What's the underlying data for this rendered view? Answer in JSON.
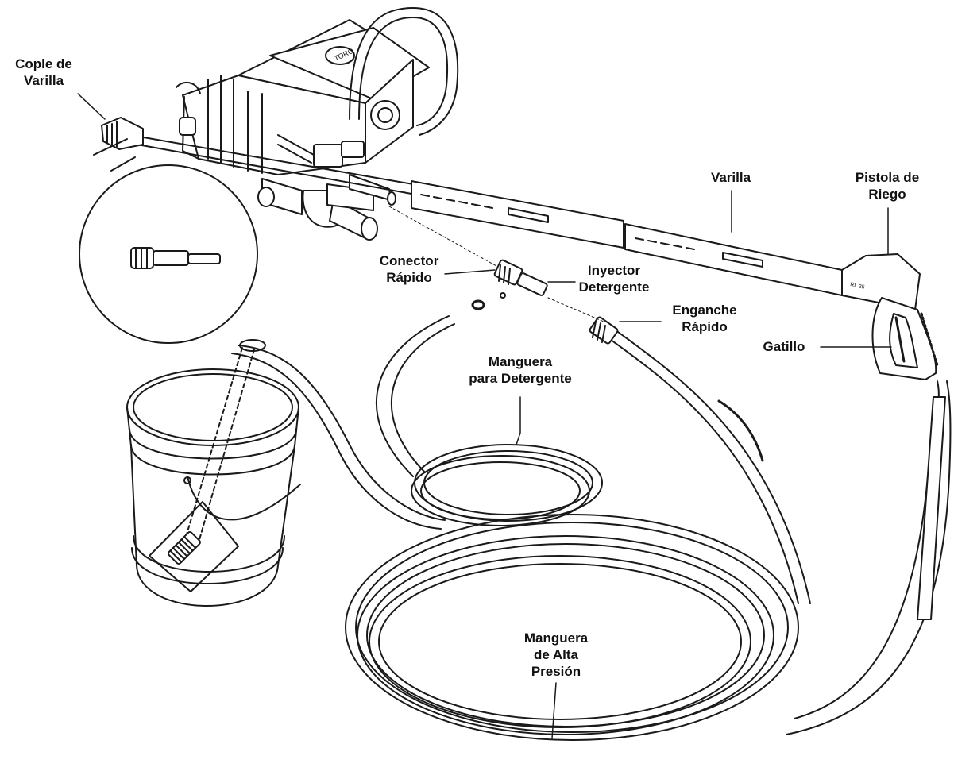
{
  "labels": {
    "cople_de_varilla": [
      "Cople de",
      "Varilla"
    ],
    "varilla": [
      "Varilla"
    ],
    "pistola_de_riego": [
      "Pistola de",
      "Riego"
    ],
    "conector_rapido": [
      "Conector",
      "Rápido"
    ],
    "inyector_detergente": [
      "Inyector",
      "Detergente"
    ],
    "enganche_rapido": [
      "Enganche",
      "Rápido"
    ],
    "gatillo": [
      "Gatillo"
    ],
    "manguera_para_detergente": [
      "Manguera",
      "para Detergente"
    ],
    "manguera_de_alta_presion": [
      "Manguera",
      "de Alta",
      "Presión"
    ]
  },
  "pump_badge": "TORO",
  "gun_tag": "RL 35",
  "colors": {
    "line": "#1a1a1a",
    "fill": "#ffffff",
    "shade": "#cfcfcf",
    "text": "#111111"
  }
}
